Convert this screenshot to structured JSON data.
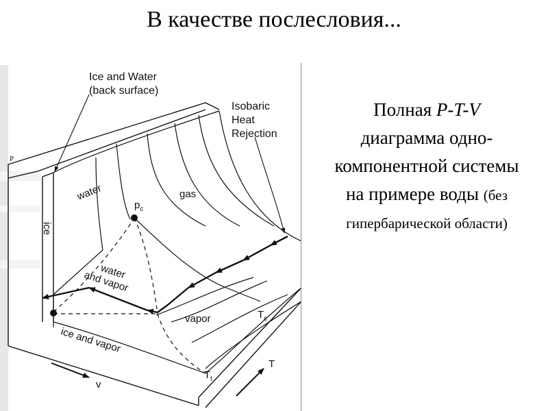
{
  "slide": {
    "title": "В качестве послесловия..."
  },
  "description": {
    "line1_prefix": "Полная ",
    "line1_italic": "P-T-V",
    "line2": "диаграмма одно-",
    "line3": "компонентной системы",
    "line4_main": "на примере воды ",
    "line4_small": "(без",
    "line5": "гипербарической области)"
  },
  "diagram_labels": {
    "ice_water_line1": "Ice and Water",
    "ice_water_line2": "(back surface)",
    "isobaric_line1": "Isobaric",
    "isobaric_line2": "Heat",
    "isobaric_line3": "Rejection",
    "p_axis": "P",
    "ice": "ice",
    "water": "water",
    "gas": "gas",
    "pc": "p",
    "pc_sub": "c",
    "water_vapor_line1": "water",
    "water_vapor_line2": "and vapor",
    "vapor": "vapor",
    "tc": "T",
    "tc_sub": "c",
    "ice_vapor": "ice and vapor",
    "tt": "T",
    "tt_sub": "t",
    "v_axis": "v",
    "t_axis": "T"
  },
  "colors": {
    "ink": "#111111",
    "divider": "#888888"
  }
}
